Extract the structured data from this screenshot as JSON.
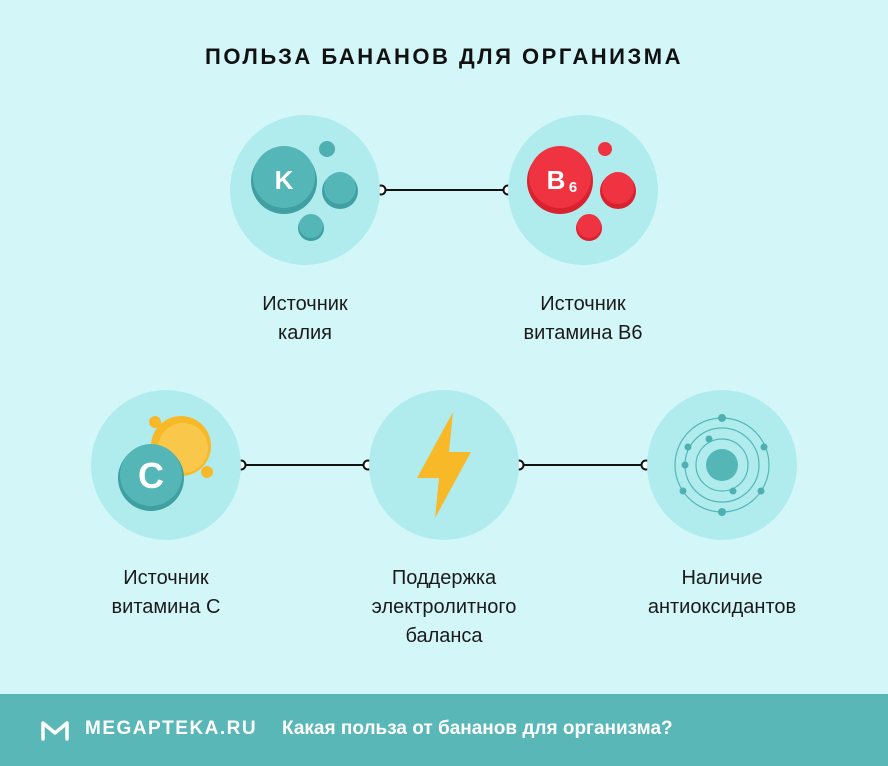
{
  "title": "ПОЛЬЗА БАНАНОВ ДЛЯ ОРГАНИЗМА",
  "nodes": [
    {
      "badge": "K",
      "label": [
        "Источник",
        "калия"
      ]
    },
    {
      "badge": "B",
      "badge_sub": "6",
      "label": [
        "Источник",
        "витамина B6"
      ]
    },
    {
      "badge": "C",
      "label": [
        "Источник",
        "витамина C"
      ]
    },
    {
      "icon": "lightning-bolt-icon",
      "label": [
        "Поддержка",
        "электролитного",
        "баланса"
      ]
    },
    {
      "icon": "atom-icon",
      "label": [
        "Наличие",
        "антиоксидантов"
      ]
    }
  ],
  "footer": {
    "brand": "MEGAPTEKA.RU",
    "tagline": "Какая польза от бананов для организма?"
  },
  "colors": {
    "background": "#d3f7f9",
    "circle": "#b0ecee",
    "teal": "#4fb0b2",
    "red": "#ef3340",
    "yellow": "#f7b928",
    "footer": "#5ab7b8"
  }
}
